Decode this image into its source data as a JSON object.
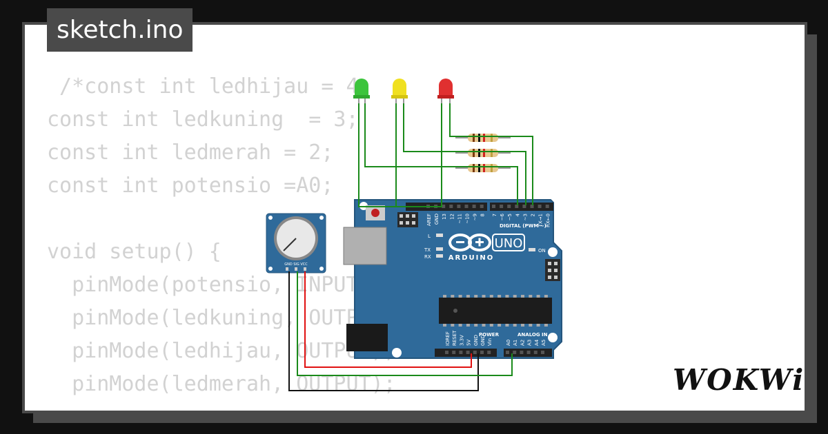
{
  "file_tab": {
    "filename": "sketch.ino"
  },
  "brand": {
    "name": "WOKWi"
  },
  "code_lines": [
    " /*const int ledhijau = 4;",
    "const int ledkuning  = 3;",
    "const int ledmerah = 2;",
    "const int potensio =A0;",
    "",
    "void setup() {",
    "  pinMode(potensio, INPUT);",
    "  pinMode(ledkuning, OUTPUT);",
    "  pinMode(ledhijau, OUTPUT);",
    "  pinMode(ledmerah, OUTPUT);"
  ],
  "board": {
    "model": "UNO",
    "brand": "ARDUINO",
    "digital_header": "DIGITAL (PWM ~)",
    "power_header": "POWER",
    "analog_header": "ANALOG IN",
    "led_labels": [
      "L",
      "TX",
      "RX"
    ],
    "on_label": "ON",
    "top_pins": [
      "AREF",
      "GND",
      "13",
      "12",
      "~11",
      "~10",
      "~9",
      "8",
      "7",
      "~6",
      "~5",
      "4",
      "~3",
      "2",
      "TX→1",
      "RX←0"
    ],
    "power_pins": [
      "IOREF",
      "RESET",
      "3.3V",
      "5V",
      "GND",
      "GND",
      "Vin"
    ],
    "analog_pins": [
      "A0",
      "A1",
      "A2",
      "A3",
      "A4",
      "A5"
    ]
  },
  "potentiometer": {
    "pins_label": "GND SIG VCC"
  },
  "colors": {
    "board": "#2f6a9a",
    "led_green": "#3cc43c",
    "led_yellow": "#f0e020",
    "led_red": "#e03030",
    "wire_green": "#1a8a1a",
    "wire_red": "#e01010",
    "wire_black": "#111111"
  }
}
